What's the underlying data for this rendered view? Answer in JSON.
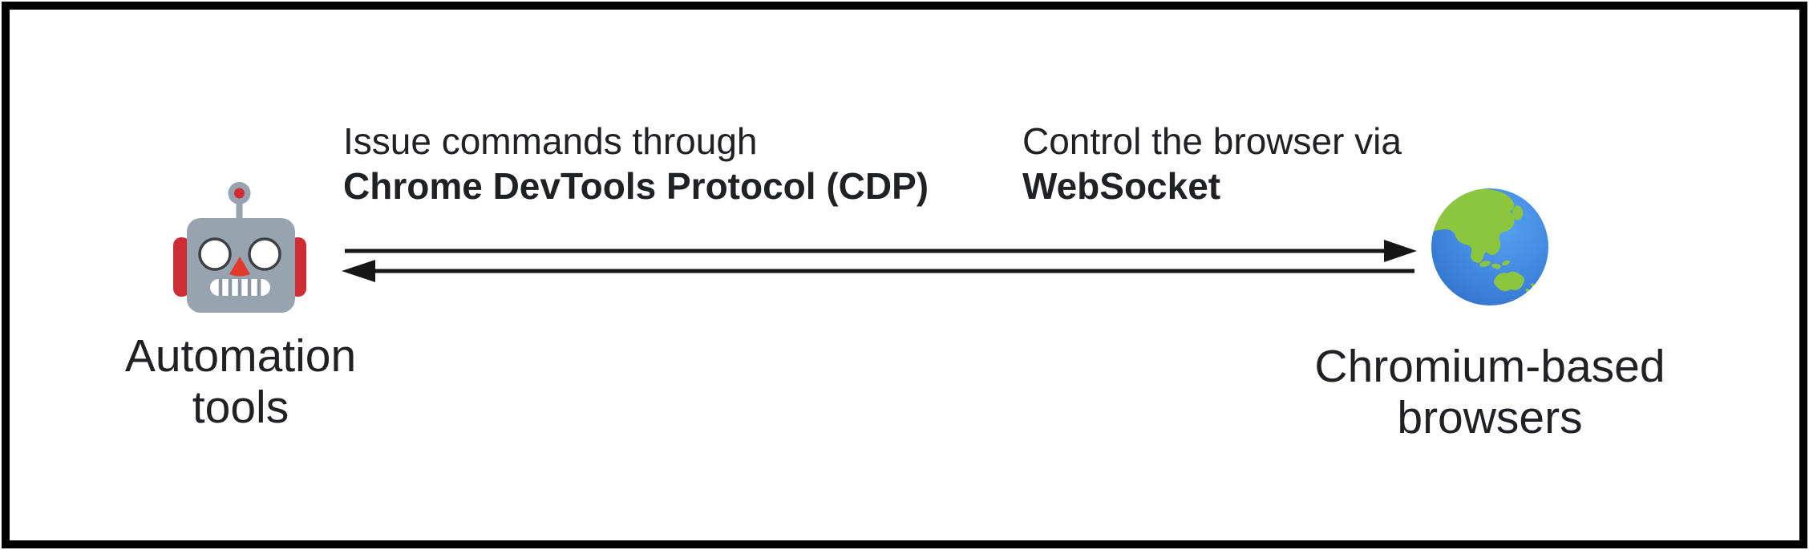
{
  "diagram": {
    "title": "CDP browser automation architecture",
    "nodes": {
      "automation": {
        "icon": "robot-emoji",
        "label_line1": "Automation",
        "label_line2": "tools"
      },
      "browser": {
        "icon": "globe-showing-asia-australia-emoji",
        "label_line1": "Chromium-based",
        "label_line2": "browsers"
      }
    },
    "annotations": {
      "cdp": {
        "line1": "Issue commands through",
        "line2": "Chrome DevTools Protocol (CDP)"
      },
      "websocket": {
        "line1": "Control the browser via",
        "line2": "WebSocket"
      }
    },
    "arrows": {
      "forward_direction": "left-to-right",
      "reverse_direction": "right-to-left",
      "color": "#161616"
    },
    "colors": {
      "frame_border": "#000000",
      "background": "#ffffff",
      "text": "#202124",
      "robot_body": "#97A4AF",
      "robot_accent": "#CE2D33",
      "robot_nose": "#E03A2C",
      "globe_ocean": "#3F84DF",
      "globe_land": "#8CC63F"
    }
  }
}
